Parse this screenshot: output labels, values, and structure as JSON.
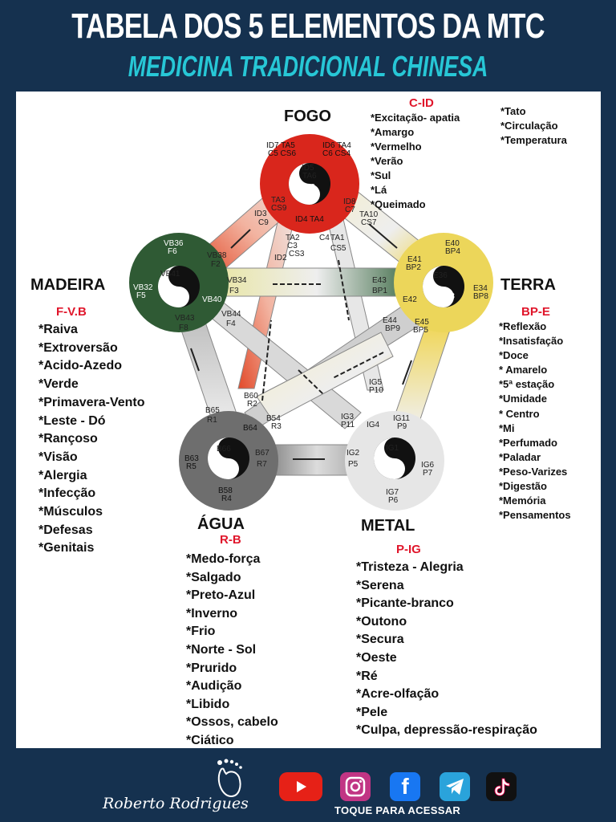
{
  "header": {
    "title": "TABELA DOS 5 ELEMENTOS DA MTC",
    "subtitle": "MEDICINA TRADICIONAL CHINESA"
  },
  "elements": {
    "fogo": {
      "name": "FOGO",
      "organs": "C-ID",
      "items_left": [
        "*Excitação- apatia",
        "*Amargo",
        "*Vermelho",
        "*Verão",
        "*Sul",
        "*Lá",
        "*Queimado"
      ],
      "items_right": [
        "*Tato",
        "*Circulação",
        "*Temperatura"
      ],
      "color": "#d9261c"
    },
    "madeira": {
      "name": "MADEIRA",
      "organs": "F-V.B",
      "items": [
        "*Raiva",
        "*Extroversão",
        "*Acido-Azedo",
        "*Verde",
        "*Primavera-Vento",
        "*Leste - Dó",
        "*Rançoso",
        "*Visão",
        "*Alergia",
        "*Infecção",
        "*Músculos",
        "*Defesas",
        "*Genitais"
      ],
      "color": "#2f5a34"
    },
    "terra": {
      "name": "TERRA",
      "organs": "BP-E",
      "items": [
        "*Reflexão",
        "*Insatisfação",
        "*Doce",
        "* Amarelo",
        "*5ª estação",
        "*Umidade",
        "* Centro",
        "*Mi",
        "*Perfumado",
        "*Paladar",
        "*Peso-Varizes",
        "*Digestão",
        "*Memória",
        "*Pensamentos"
      ],
      "color": "#ecd65a"
    },
    "agua": {
      "name": "ÁGUA",
      "organs": "R-B",
      "items": [
        "*Medo-força",
        "*Salgado",
        "*Preto-Azul",
        "*Inverno",
        "*Frio",
        "*Norte - Sol",
        "*Prurido",
        "*Audição",
        "*Libido",
        "*Ossos, cabelo",
        "*Ciático"
      ],
      "color": "#6e6e6e"
    },
    "metal": {
      "name": "METAL",
      "organs": "P-IG",
      "items": [
        "*Tristeza - Alegria",
        "*Serena",
        "*Picante-branco",
        "*Outono",
        "*Secura",
        "*Oeste",
        "*Ré",
        "*Acre-olfação",
        "*Pele",
        "*Culpa, depressão-respiração"
      ],
      "color": "#e6e6e6"
    }
  },
  "points": {
    "fogo_yin": "C8",
    "fogo_yin2": "CS8",
    "fogo_yang": "ID5",
    "fogo_yang2": "TA6",
    "fogo_tl1": "ID7 TA5",
    "fogo_tl2": "C5 CS6",
    "fogo_tr1": "ID6 TA4",
    "fogo_tr2": "C6 CS4",
    "fogo_bottom": "ID4 TA4",
    "madeira_yin": "F1",
    "madeira_yang": "VB41",
    "madeira_top1": "VB36",
    "madeira_top2": "F6",
    "madeira_left1": "VB32",
    "madeira_left2": "F5",
    "madeira_br": "VB40",
    "terra_yin": "BP3",
    "terra_yang": "E36",
    "terra_top1": "E40",
    "terra_top2": "BP4",
    "terra_right1": "E34",
    "terra_right2": "BP8",
    "terra_left": "E42",
    "agua_yin": "R10",
    "agua_yang": "B66",
    "agua_left1": "B63",
    "agua_left2": "R5",
    "agua_bottom1": "B58",
    "agua_bottom2": "R4",
    "agua_tr": "B64",
    "metal_yin": "P8",
    "metal_yang": "IG1",
    "metal_right1": "IG6",
    "metal_right2": "P7",
    "metal_bottom1": "IG7",
    "metal_bottom2": "P6",
    "metal_tl": "IG4",
    "band_vb38": "VB38",
    "band_f2": "F2",
    "band_id3": "ID3",
    "band_c9": "C9",
    "band_ta3": "TA3",
    "band_cs9": "CS9",
    "band_id8": "ID8",
    "band_c7": "C7",
    "band_ta10": "TA10",
    "band_cs7": "CS7",
    "band_e41": "E41",
    "band_bp2": "BP2",
    "band_vb34": "VB34",
    "band_f3": "F3",
    "band_e43": "E43",
    "band_bp1": "BP1",
    "band_ta2": "TA2",
    "band_c3": "C3",
    "band_cs3": "CS3",
    "band_id2": "ID2",
    "band_c4": "C4",
    "band_ta1": "TA1",
    "band_cs5": "CS5",
    "band_e45": "E45",
    "band_bp5": "BP5",
    "band_ig11": "IG11",
    "band_p9": "P9",
    "band_e44": "E44",
    "band_bp9": "BP9",
    "band_vb43": "VB43",
    "band_f8": "F8",
    "band_vb44": "VB44",
    "band_f4": "F4",
    "band_b65": "B65",
    "band_r1": "R1",
    "band_b60": "B60",
    "band_r2": "R2",
    "band_b54": "B54",
    "band_r3": "R3",
    "band_ig3": "IG3",
    "band_p11": "P11",
    "band_ig5": "IG5",
    "band_p10": "P10",
    "band_b67": "B67",
    "band_r7": "R7",
    "band_ig2": "IG2",
    "band_p5": "P5"
  },
  "footer": {
    "author": "Roberto Rodrigues",
    "cta": "TOQUE PARA ACESSAR",
    "social": [
      "youtube-icon",
      "instagram-icon",
      "facebook-icon",
      "telegram-icon",
      "tiktok-icon"
    ],
    "facebook_glyph": "f"
  }
}
